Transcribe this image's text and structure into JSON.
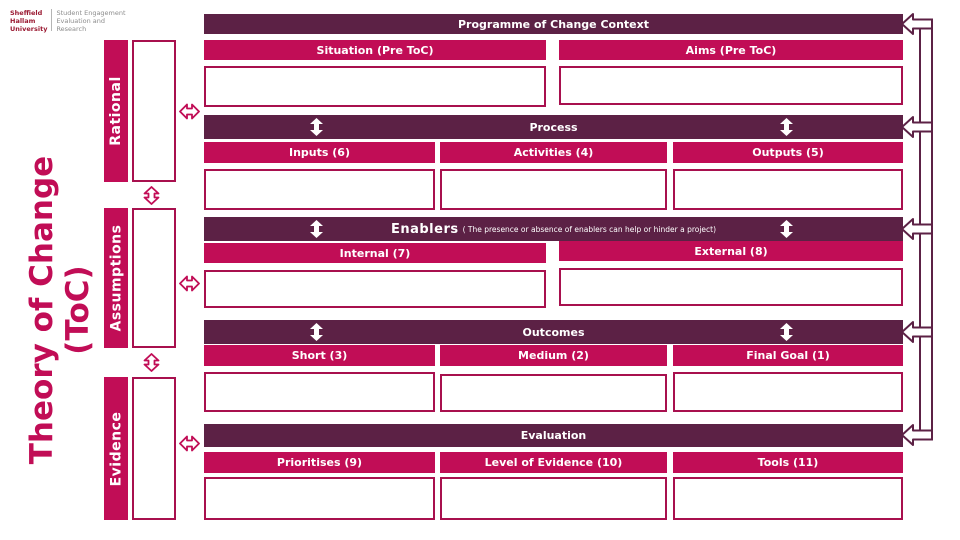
{
  "colors": {
    "dark_plum": "#5c2145",
    "crimson": "#c10d56",
    "box_border": "#a8104e",
    "logo_red": "#9b1b33",
    "logo_gray": "#8c8c8c"
  },
  "logo": {
    "university_lines": [
      "Sheffield",
      "Hallam",
      "University"
    ],
    "department_lines": [
      "Student Engagement",
      "Evaluation and",
      "Research"
    ]
  },
  "vertical_title": {
    "line1": "Theory of Change",
    "line2": "(ToC)"
  },
  "side_sections": {
    "rational": "Rational",
    "assumptions": "Assumptions",
    "evidence": "Evidence"
  },
  "banners": {
    "context": "Programme of Change Context",
    "process": "Process",
    "enablers": "Enablers",
    "enablers_note": "( The presence or absence of enablers can help or hinder a project)",
    "outcomes": "Outcomes",
    "evaluation": "Evaluation"
  },
  "column_headers": {
    "situation": "Situation (Pre ToC)",
    "aims": "Aims (Pre ToC)",
    "inputs": "Inputs (6)",
    "activities": "Activities (4)",
    "outputs": "Outputs (5)",
    "internal": "Internal (7)",
    "external": "External (8)",
    "short": "Short (3)",
    "medium": "Medium (2)",
    "final_goal": "Final Goal (1)",
    "prioritises": "Prioritises (9)",
    "level_of_evidence": "Level of Evidence (10)",
    "tools": "Tools (11)"
  },
  "icons": {
    "up_down_arrow": "⇕",
    "left_right_arrow": "⇔",
    "return_arrow": "↩"
  }
}
